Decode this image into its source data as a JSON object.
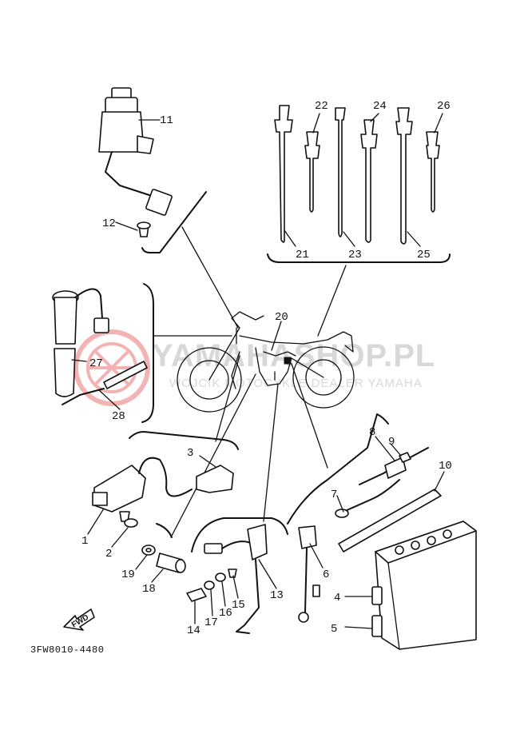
{
  "diagram_code": "3FW8010-4480",
  "watermark": {
    "title": "YAMAHASHOP.PL",
    "subtitle": "WOJCIK MOTOCYKLE DEALER YAMAHA",
    "logo_color": "#e03a3a"
  },
  "fwd_label": "FWD",
  "parts": [
    {
      "ref": "1"
    },
    {
      "ref": "2"
    },
    {
      "ref": "3"
    },
    {
      "ref": "4"
    },
    {
      "ref": "5"
    },
    {
      "ref": "6"
    },
    {
      "ref": "7"
    },
    {
      "ref": "8"
    },
    {
      "ref": "9"
    },
    {
      "ref": "10"
    },
    {
      "ref": "11"
    },
    {
      "ref": "12"
    },
    {
      "ref": "13"
    },
    {
      "ref": "14"
    },
    {
      "ref": "15"
    },
    {
      "ref": "16"
    },
    {
      "ref": "17"
    },
    {
      "ref": "18"
    },
    {
      "ref": "19"
    },
    {
      "ref": "20"
    },
    {
      "ref": "21"
    },
    {
      "ref": "22"
    },
    {
      "ref": "23"
    },
    {
      "ref": "24"
    },
    {
      "ref": "25"
    },
    {
      "ref": "26"
    },
    {
      "ref": "27"
    },
    {
      "ref": "28"
    }
  ]
}
